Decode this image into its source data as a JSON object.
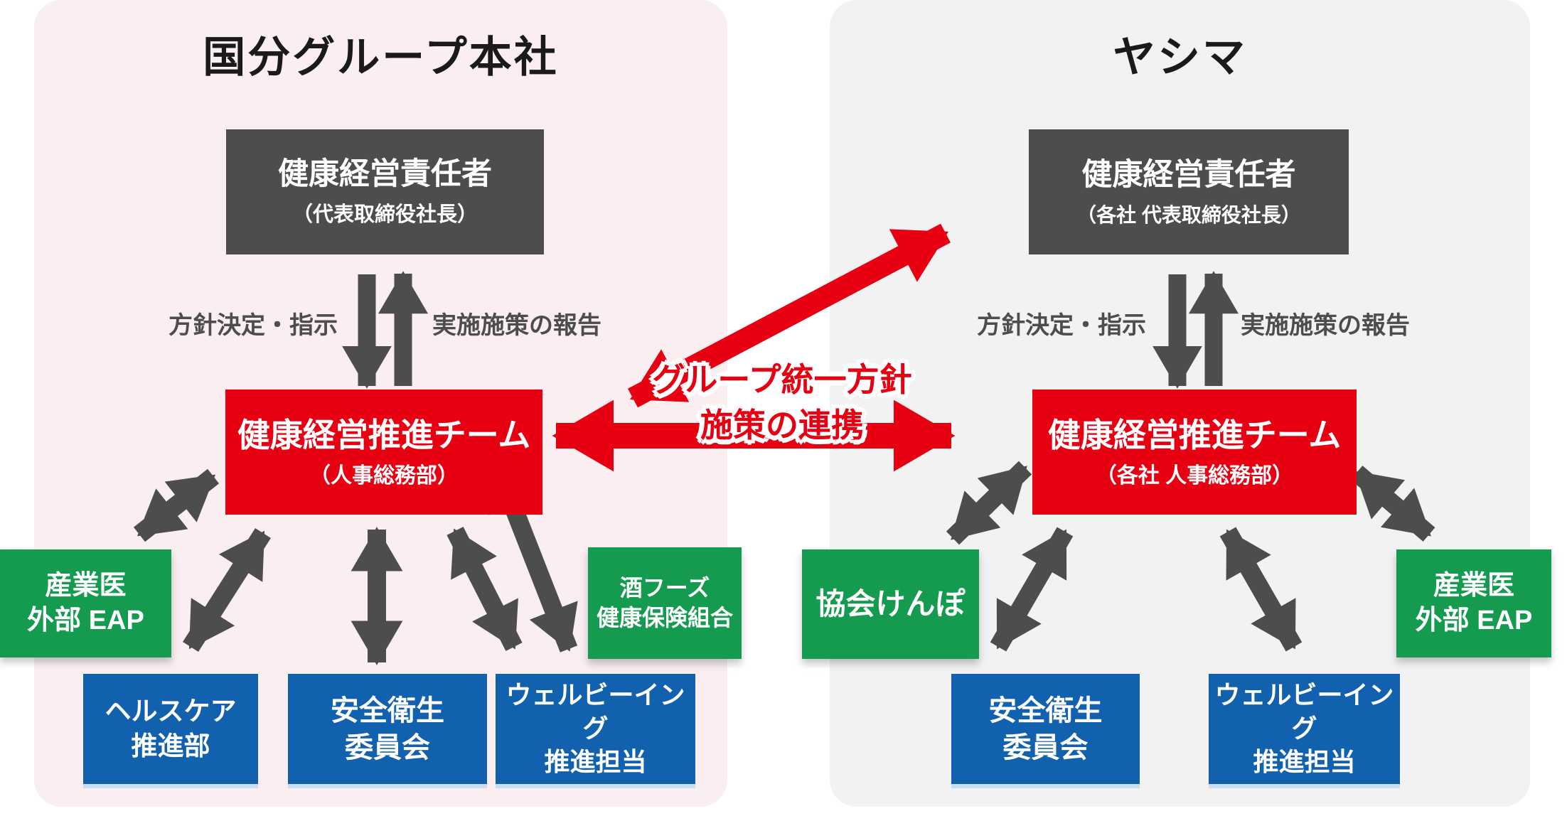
{
  "colors": {
    "accent_red": "#E60012",
    "green": "#149B4F",
    "blue": "#1261AE",
    "dark_gray": "#4D4D4D",
    "left_panel_bg": "#FAEEF1",
    "right_panel_bg": "#F2F2F2"
  },
  "left_panel": {
    "title": "国分グループ本社",
    "executive_box": {
      "title": "健康経営責任者",
      "subtitle": "（代表取締役社長）"
    },
    "policy_label": "方針決定・指示",
    "report_label": "実施施策の報告",
    "team_box": {
      "title": "健康経営推進チーム",
      "subtitle": "（人事総務部）"
    },
    "partner_boxes": [
      {
        "lines": [
          "産業医",
          "外部 EAP"
        ]
      },
      {
        "lines": [
          "酒フーズ",
          "健康保険組合"
        ]
      }
    ],
    "department_boxes": [
      {
        "lines": [
          "ヘルスケア",
          "推進部"
        ]
      },
      {
        "lines": [
          "安全衛生",
          "委員会"
        ]
      },
      {
        "lines": [
          "ウェルビーイング",
          "推進担当"
        ]
      }
    ]
  },
  "right_panel": {
    "title": "ヤシマ",
    "executive_box": {
      "title": "健康経営責任者",
      "subtitle": "（各社 代表取締役社長）"
    },
    "policy_label": "方針決定・指示",
    "report_label": "実施施策の報告",
    "team_box": {
      "title": "健康経営推進チーム",
      "subtitle": "（各社 人事総務部）"
    },
    "partner_boxes": [
      {
        "lines": [
          "協会けんぽ"
        ]
      },
      {
        "lines": [
          "産業医",
          "外部 EAP"
        ]
      }
    ],
    "department_boxes": [
      {
        "lines": [
          "安全衛生",
          "委員会"
        ]
      },
      {
        "lines": [
          "ウェルビーイング",
          "推進担当"
        ]
      }
    ]
  },
  "connection": {
    "labels": [
      "グループ統一方針",
      "施策の連携"
    ]
  }
}
